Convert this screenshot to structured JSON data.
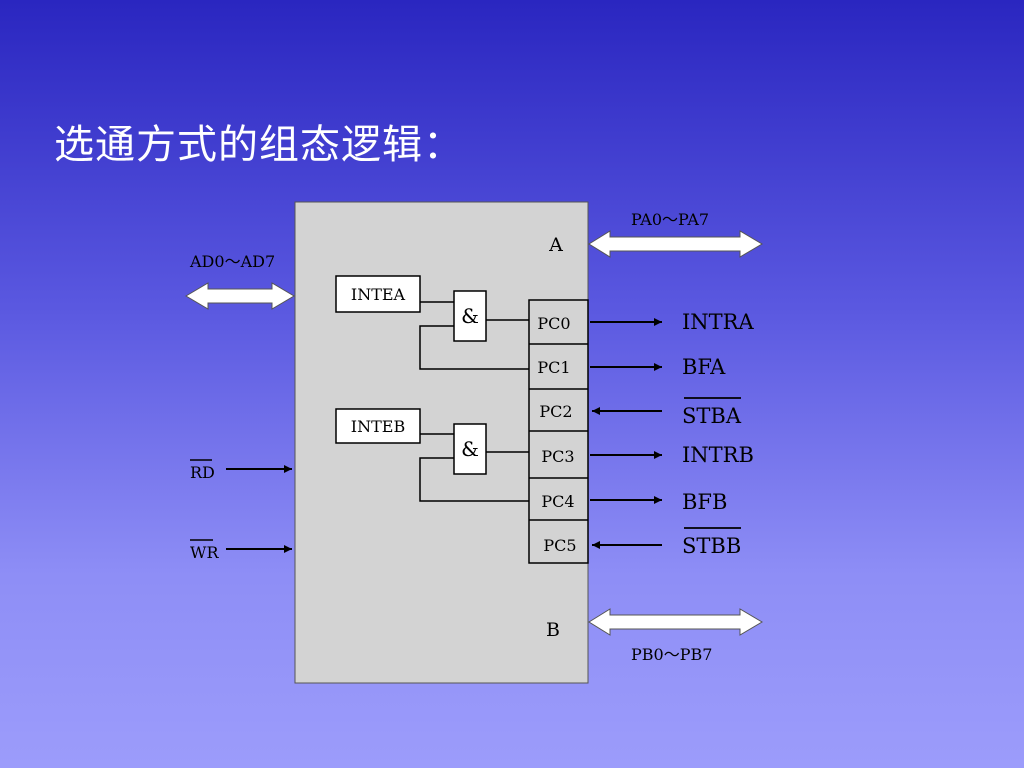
{
  "slide": {
    "title": "选通方式的组态逻辑："
  },
  "diagram": {
    "port_a_label": "A",
    "port_b_label": "B",
    "pa_bus": "PA0～PA7",
    "pb_bus": "PB0～PB7",
    "ad_bus": "AD0～AD7",
    "rd": "RD",
    "wr": "WR",
    "intea": "INTEA",
    "inteb": "INTEB",
    "and_symbol": "&",
    "pins": [
      "PC0",
      "PC1",
      "PC2",
      "PC3",
      "PC4",
      "PC5"
    ],
    "signals": [
      "INTRA",
      "BFA",
      "STBA",
      "INTRB",
      "BFB",
      "STBB"
    ]
  },
  "colors": {
    "chip_fill": "#d3d3d3",
    "line": "#000000",
    "bus_arrow_fill": "#ffffff"
  }
}
